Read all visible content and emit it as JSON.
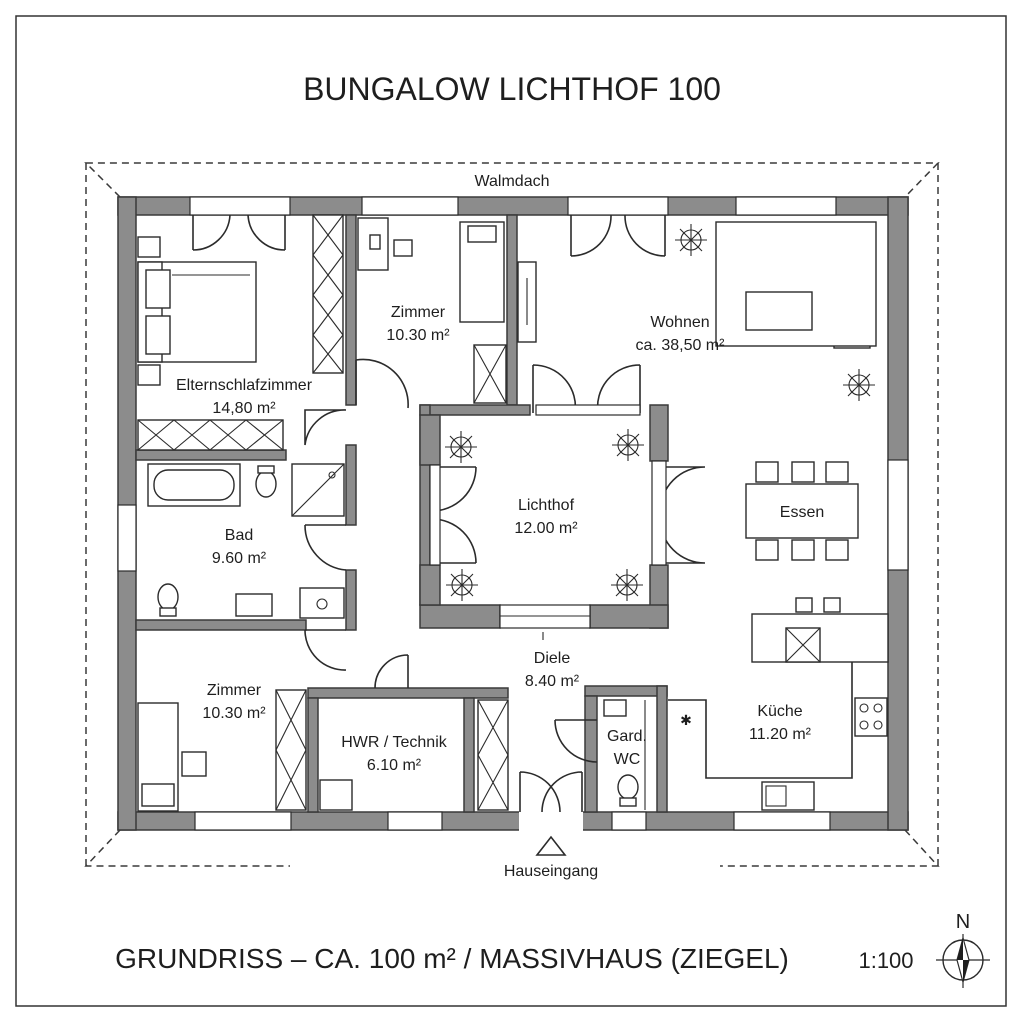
{
  "title": "BUNGALOW LICHTHOF 100",
  "roof_label": "Walmdach",
  "entrance_label": "Hauseingang",
  "footer_text": "GRUNDRISS – CA. 100 m² / MASSIVHAUS (ZIEGEL)",
  "scale": "1:100",
  "north_label": "N",
  "rooms": {
    "eltern": {
      "name": "Elternschlafzimmer",
      "area": "14,80 m²"
    },
    "zimmer_top": {
      "name": "Zimmer",
      "area": "10.30 m²"
    },
    "wohnen": {
      "name": "Wohnen",
      "area": "ca. 38,50 m²"
    },
    "bad": {
      "name": "Bad",
      "area": "9.60 m²"
    },
    "lichthof": {
      "name": "Lichthof",
      "area": "12.00 m²"
    },
    "essen": {
      "name": "Essen"
    },
    "diele": {
      "name": "Diele",
      "area": "8.40 m²"
    },
    "zimmer_bottom": {
      "name": "Zimmer",
      "area": "10.30 m²"
    },
    "hwr": {
      "name": "HWR / Technik",
      "area": "6.10 m²"
    },
    "wc": {
      "name": "Gard.",
      "name2": "WC"
    },
    "kueche": {
      "name": "Küche",
      "area": "11.20 m²"
    }
  }
}
